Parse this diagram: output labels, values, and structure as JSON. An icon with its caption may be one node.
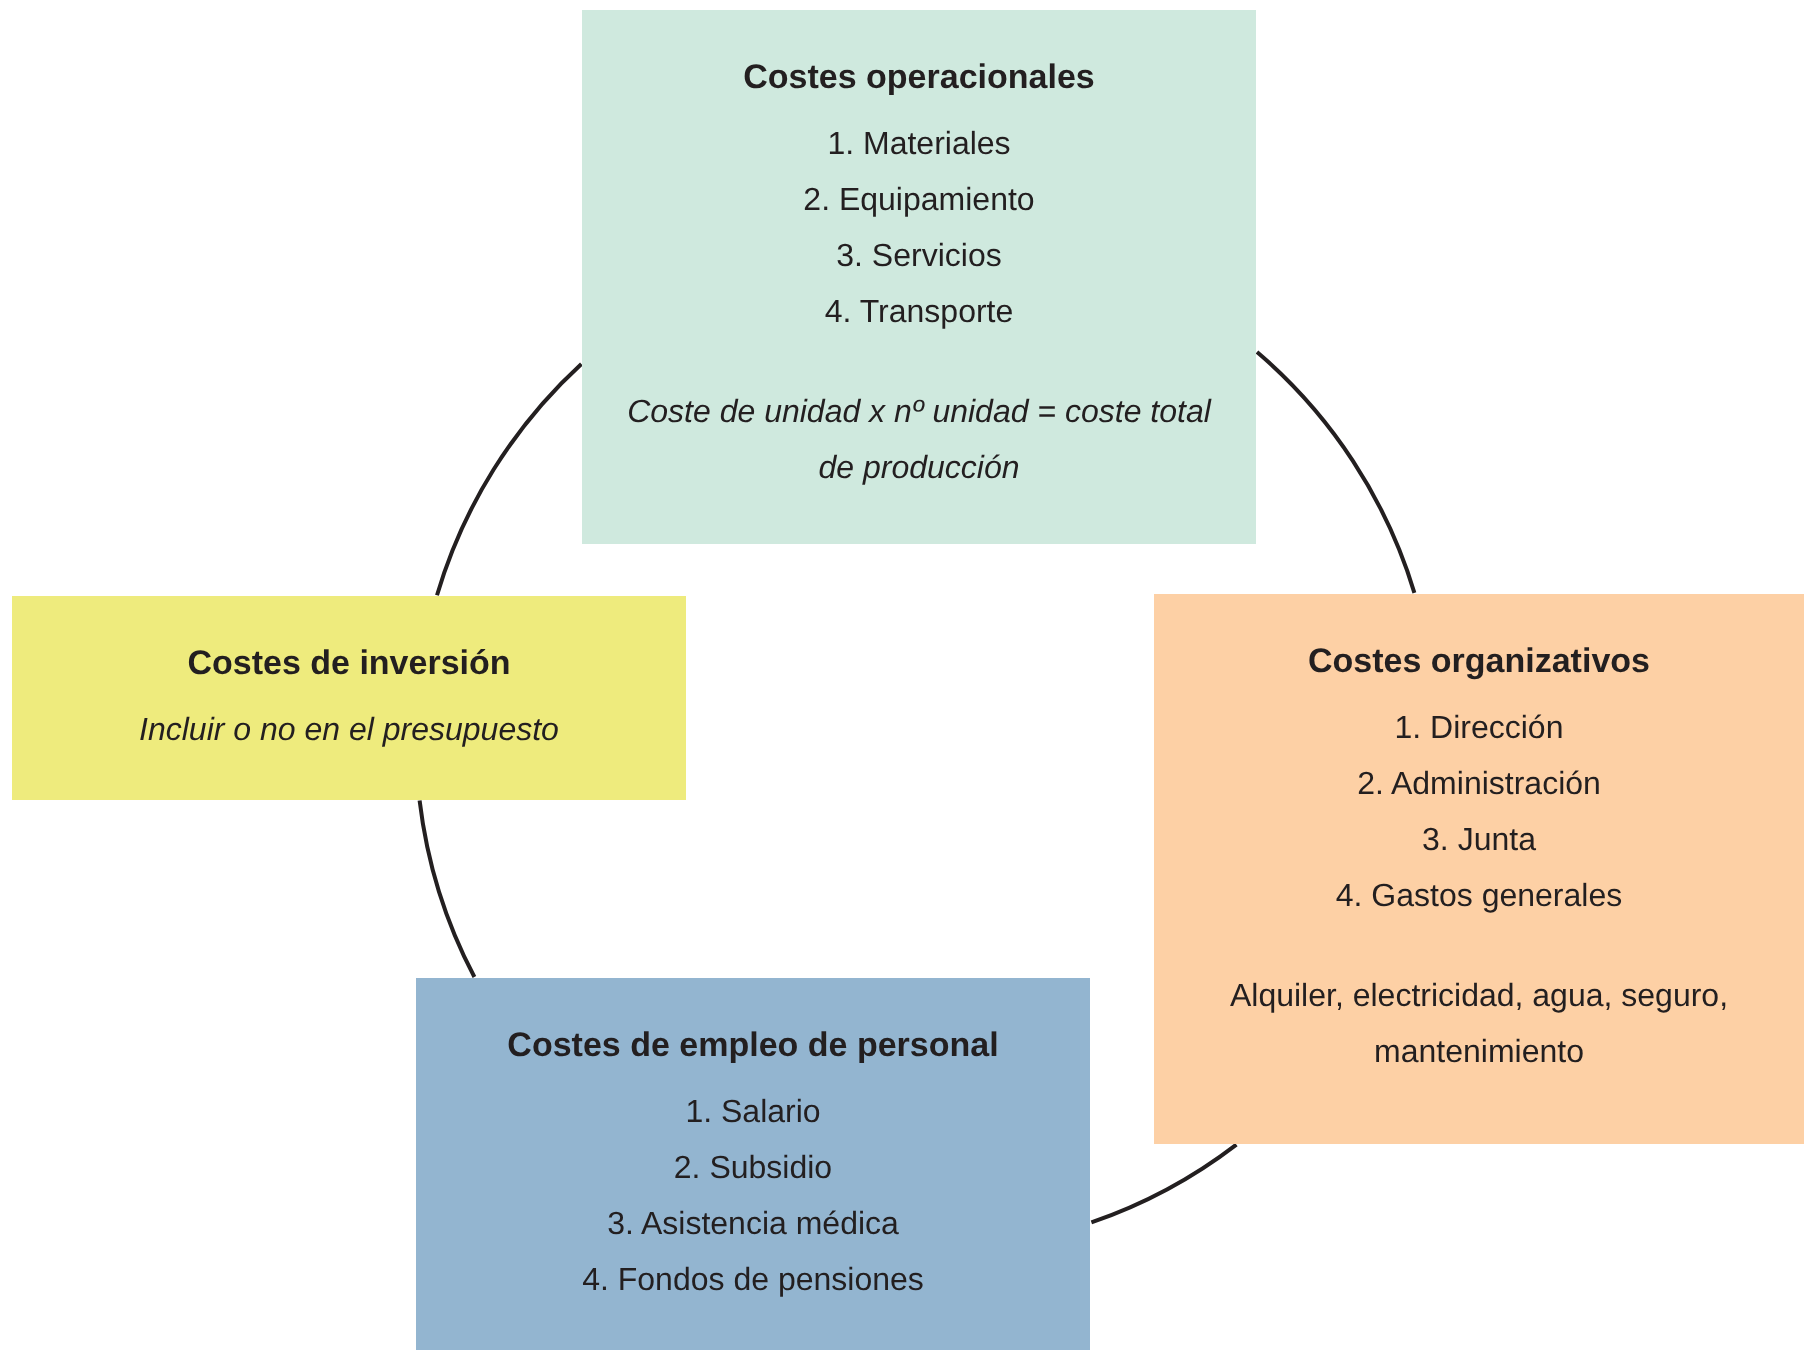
{
  "diagram": {
    "nodes": [
      {
        "text": [
          "Costes operacionales",
          "1. Materiales",
          "2. Equipamiento",
          "3. Servicios",
          "4. Transporte",
          "Coste de unidad x nº unidad = coste total de producción"
        ]
      },
      {
        "text": [
          "Costes de inversión",
          "Incluir o no en el presupuesto"
        ]
      },
      {
        "text": [
          "Costes organizativos",
          "1. Dirección",
          "2. Administración",
          "3. Junta",
          "4. Gastos generales",
          "Alquiler, electricidad, agua, seguro, mantenimiento"
        ]
      },
      {
        "text": [
          "Costes de empleo de personal",
          "1. Salario",
          "2. Subsidio",
          "3. Asistencia médica",
          "4. Fondos de pensiones"
        ]
      }
    ],
    "edges": [
      {
        "from": 0,
        "to": 2,
        "arrow": "none"
      },
      {
        "from": 2,
        "to": 3,
        "arrow": "none"
      },
      {
        "from": 3,
        "to": 1,
        "arrow": "none"
      },
      {
        "from": 1,
        "to": 0,
        "arrow": "none"
      }
    ]
  }
}
